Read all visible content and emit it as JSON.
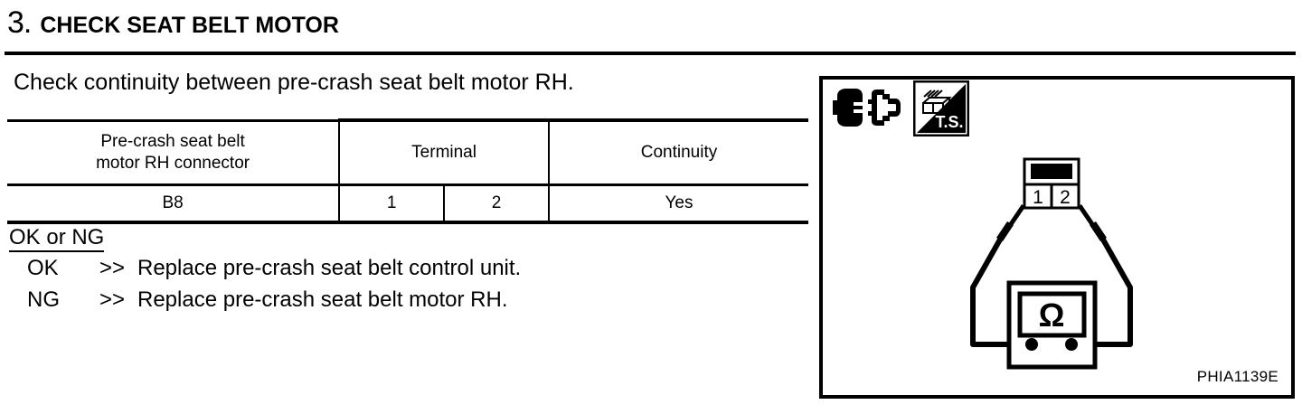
{
  "step": {
    "number": "3.",
    "title": "CHECK SEAT BELT MOTOR"
  },
  "instruction": "Check continuity between pre-crash seat belt motor RH.",
  "table": {
    "headers": {
      "connector_line1": "Pre-crash seat belt",
      "connector_line2": "motor RH connector",
      "terminal": "Terminal",
      "continuity": "Continuity"
    },
    "row": {
      "connector": "B8",
      "terminal_1": "1",
      "terminal_2": "2",
      "continuity": "Yes"
    }
  },
  "judgement": {
    "title": "OK or NG",
    "rows": [
      {
        "label": "OK",
        "arrow": ">>",
        "action": "Replace pre-crash seat belt control unit."
      },
      {
        "label": "NG",
        "arrow": ">>",
        "action": "Replace pre-crash seat belt motor RH."
      }
    ]
  },
  "figure": {
    "tool_symbol": "T.S.",
    "connector_terminal_1": "1",
    "connector_terminal_2": "2",
    "meter_symbol": "Ω",
    "code": "PHIA1139E"
  },
  "colors": {
    "ink": "#000000",
    "paper": "#ffffff"
  }
}
